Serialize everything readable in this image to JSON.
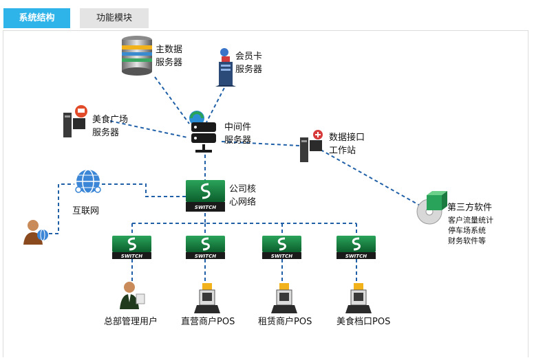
{
  "tabs": [
    {
      "label": "系统结构",
      "active": true
    },
    {
      "label": "功能模块",
      "active": false
    }
  ],
  "nodes": {
    "main_db": {
      "line1": "主数据",
      "line2": "服务器"
    },
    "member_card": {
      "line1": "会员卡",
      "line2": "服务器"
    },
    "food_plaza": {
      "line1": "美食广场",
      "line2": "服务器"
    },
    "middleware": {
      "line1": "中间件",
      "line2": "服务器"
    },
    "data_interface": {
      "line1": "数据接口",
      "line2": "工作站"
    },
    "internet": {
      "line1": "互联网"
    },
    "core_network": {
      "line1": "公司核",
      "line2": "心网络"
    },
    "third_party": {
      "title": "第三方软件",
      "items": [
        "客户流量统计",
        "停车场系统",
        "财务软件等"
      ]
    },
    "hq_user": {
      "line1": "总部管理用户"
    },
    "direct_pos": {
      "line1": "直营商户POS"
    },
    "lease_pos": {
      "line1": "租赁商户POS"
    },
    "food_pos": {
      "line1": "美食档口POS"
    }
  },
  "switch_label": "SWITCH",
  "colors": {
    "tab_active": "#2fb4e9",
    "link": "#1f5fa8",
    "switch": "#0e7a3a"
  }
}
